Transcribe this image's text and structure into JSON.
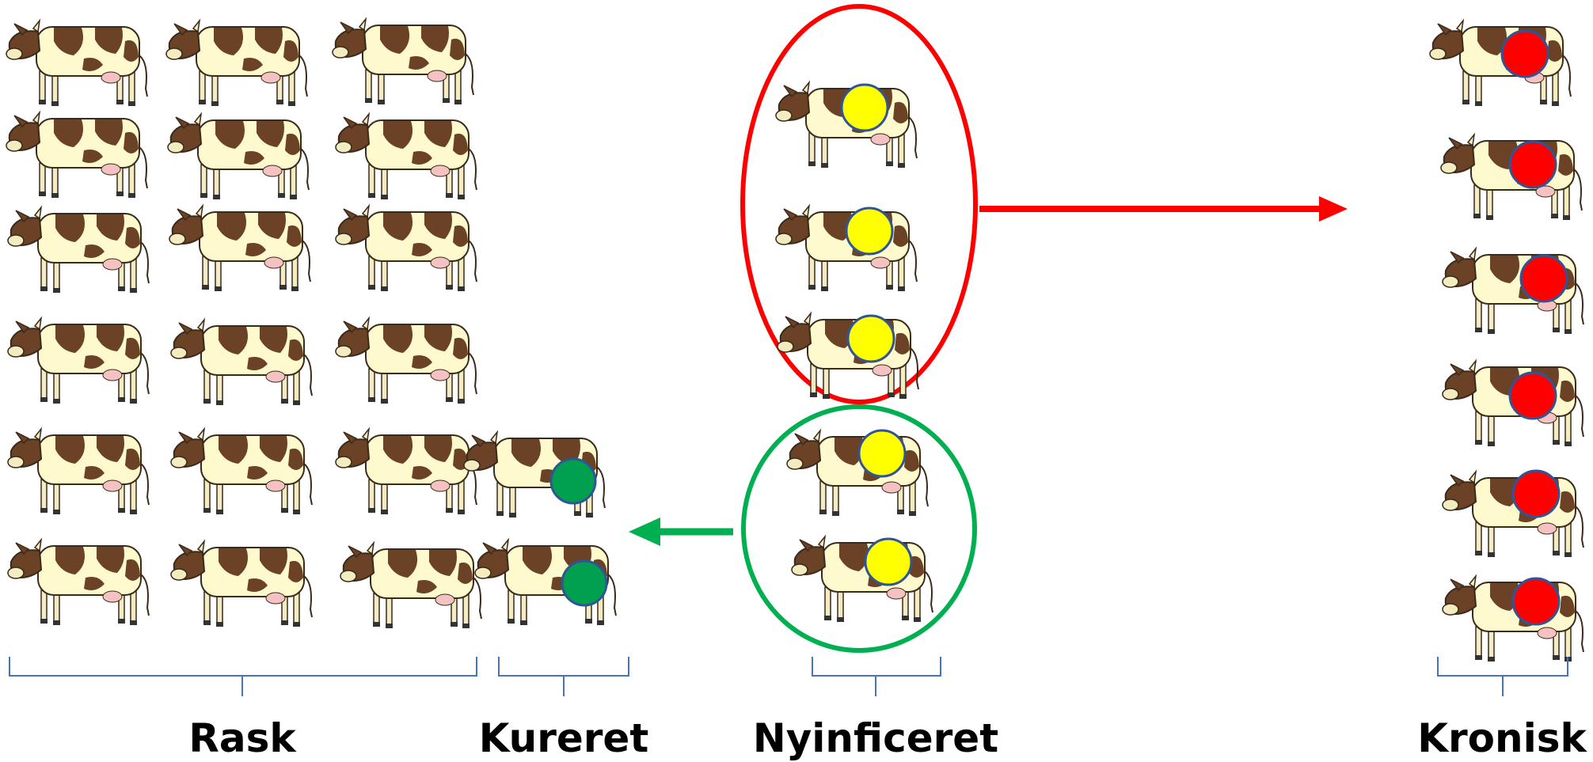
{
  "groups": {
    "rask": {
      "label": "Rask",
      "count": 18
    },
    "kureret": {
      "label": "Kureret",
      "count": 2,
      "status_color": "#00a050"
    },
    "nyinficeret": {
      "label": "Nyinficeret",
      "count": 5,
      "status_color": "#ffff00"
    },
    "kronisk": {
      "label": "Kronisk",
      "count": 6,
      "status_color": "#ff0000"
    }
  },
  "flows": {
    "to_kronisk": {
      "color": "#ff0000",
      "direction": "right"
    },
    "to_kureret": {
      "color": "#00b050",
      "direction": "left"
    }
  },
  "colors": {
    "bracket": "#4472c4",
    "marker_outline": "#2f5597",
    "cow_body": "#fffacd",
    "cow_spot": "#6b4226",
    "red_ellipse": "#ff0000",
    "green_circle": "#00b050"
  },
  "icons": {
    "cow": "cow-icon",
    "status_marker": "status-dot-icon"
  }
}
